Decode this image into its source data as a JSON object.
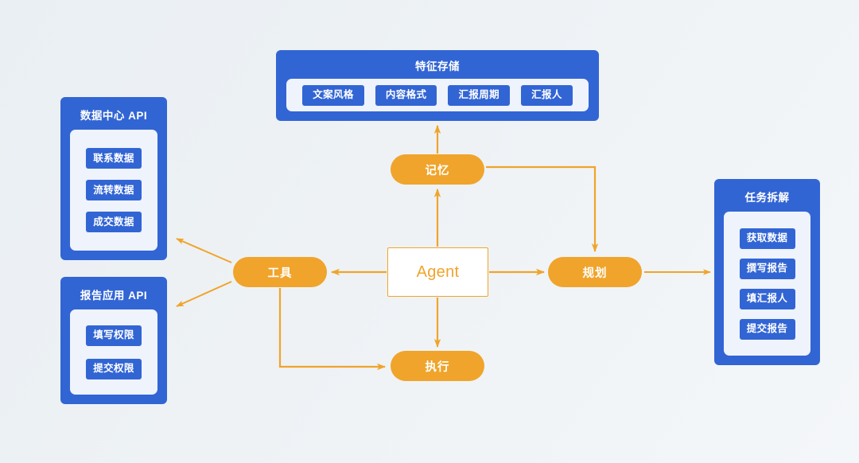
{
  "theme": {
    "blue": "#3265d4",
    "inner_blue": "#eef3fc",
    "orange": "#f0a42b",
    "background": "#eef2f5",
    "white": "#ffffff"
  },
  "diagram": {
    "type": "agent-architecture-flow",
    "feature_storage": {
      "title": "特征存储",
      "items": [
        "文案风格",
        "内容格式",
        "汇报周期",
        "汇报人"
      ]
    },
    "data_center_api": {
      "title": "数据中心 API",
      "items": [
        "联系数据",
        "流转数据",
        "成交数据"
      ]
    },
    "report_app_api": {
      "title": "报告应用 API",
      "items": [
        "填写权限",
        "提交权限"
      ]
    },
    "task_decomposition": {
      "title": "任务拆解",
      "items": [
        "获取数据",
        "撰写报告",
        "填汇报人",
        "提交报告"
      ]
    },
    "agent": {
      "label": "Agent"
    },
    "capabilities": {
      "memory": "记忆",
      "tool": "工具",
      "planning": "规划",
      "execution": "执行"
    },
    "connections": [
      {
        "from": "记忆",
        "to": "特征存储",
        "style": "straight-up-arrow"
      },
      {
        "from": "Agent",
        "to": "记忆",
        "style": "straight-up-arrow"
      },
      {
        "from": "Agent",
        "to": "工具",
        "style": "straight-left-arrow"
      },
      {
        "from": "Agent",
        "to": "规划",
        "style": "straight-right-arrow"
      },
      {
        "from": "Agent",
        "to": "执行",
        "style": "straight-down-arrow"
      },
      {
        "from": "记忆",
        "to": "规划",
        "style": "elbow-right-down-arrow"
      },
      {
        "from": "工具",
        "to": "数据中心 API",
        "style": "diagonal-up-left-arrow"
      },
      {
        "from": "工具",
        "to": "报告应用 API",
        "style": "diagonal-down-left-arrow"
      },
      {
        "from": "工具",
        "to": "执行",
        "style": "elbow-down-right-arrow"
      },
      {
        "from": "规划",
        "to": "任务拆解",
        "style": "straight-right-arrow"
      }
    ]
  }
}
